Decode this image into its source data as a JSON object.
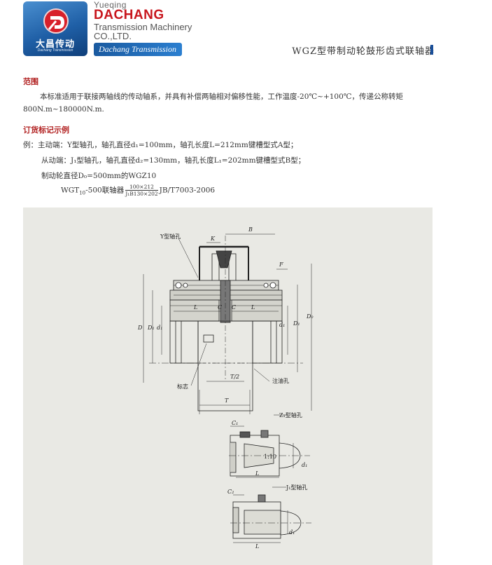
{
  "header": {
    "logo_cn": "大昌传动",
    "logo_en": "Dachang Transmission",
    "brand_line1": "Yueqing",
    "brand_line2": "DACHANG",
    "brand_line3": "Transmission Machinery",
    "brand_line4": "CO.,LTD.",
    "brand_bar": "Dachang Transmission",
    "page_title": "WGZ型带制动轮鼓形齿式联轴器"
  },
  "scope": {
    "heading": "范围",
    "line1": "本标准适用于联接两轴线的传动轴系，并具有补偿两轴相对偏移性能，工作温度-20℃~+100℃，传递公称转矩",
    "line2": "800N.m~180000N.m."
  },
  "order": {
    "heading": "订货标记示例",
    "line1": "例：主动端：Y型轴孔，轴孔直径d₁=100mm，轴孔长度L=212mm键槽型式A型；",
    "line2": "从动端：J₁型轴孔，轴孔直径d₂=130mm，轴孔长度L₁=202mm键槽型式B型；",
    "line3": "制动轮直径D₀=500mm的WGZ10",
    "formula_prefix": "WGT",
    "formula_sub": "10",
    "formula_mid": "-500联轴器",
    "frac_top": "100×212",
    "frac_bottom": "J₁B130×202",
    "formula_suffix": "JB/T7003-2006"
  },
  "drawing": {
    "label_y_hole": "Y型轴孔",
    "label_k": "K",
    "label_b": "B",
    "label_f": "F",
    "label_l": "L",
    "label_c": "C",
    "label_d": "D",
    "label_d4": "D₁",
    "label_d1": "d₁",
    "label_d1b": "d₁",
    "label_D1": "D₁",
    "label_D0": "D₀",
    "label_mark": "标志",
    "label_t2": "T/2",
    "label_oil": "注油孔",
    "label_t": "T",
    "label_z1": "Z₁型轴孔",
    "label_c1": "C₁",
    "label_taper": "1:10",
    "label_l_z": "L",
    "label_d1_z": "d₁",
    "label_j1": "J₁型轴孔",
    "label_c2": "C₂",
    "label_l_j": "L",
    "label_d1_j": "d₁"
  }
}
